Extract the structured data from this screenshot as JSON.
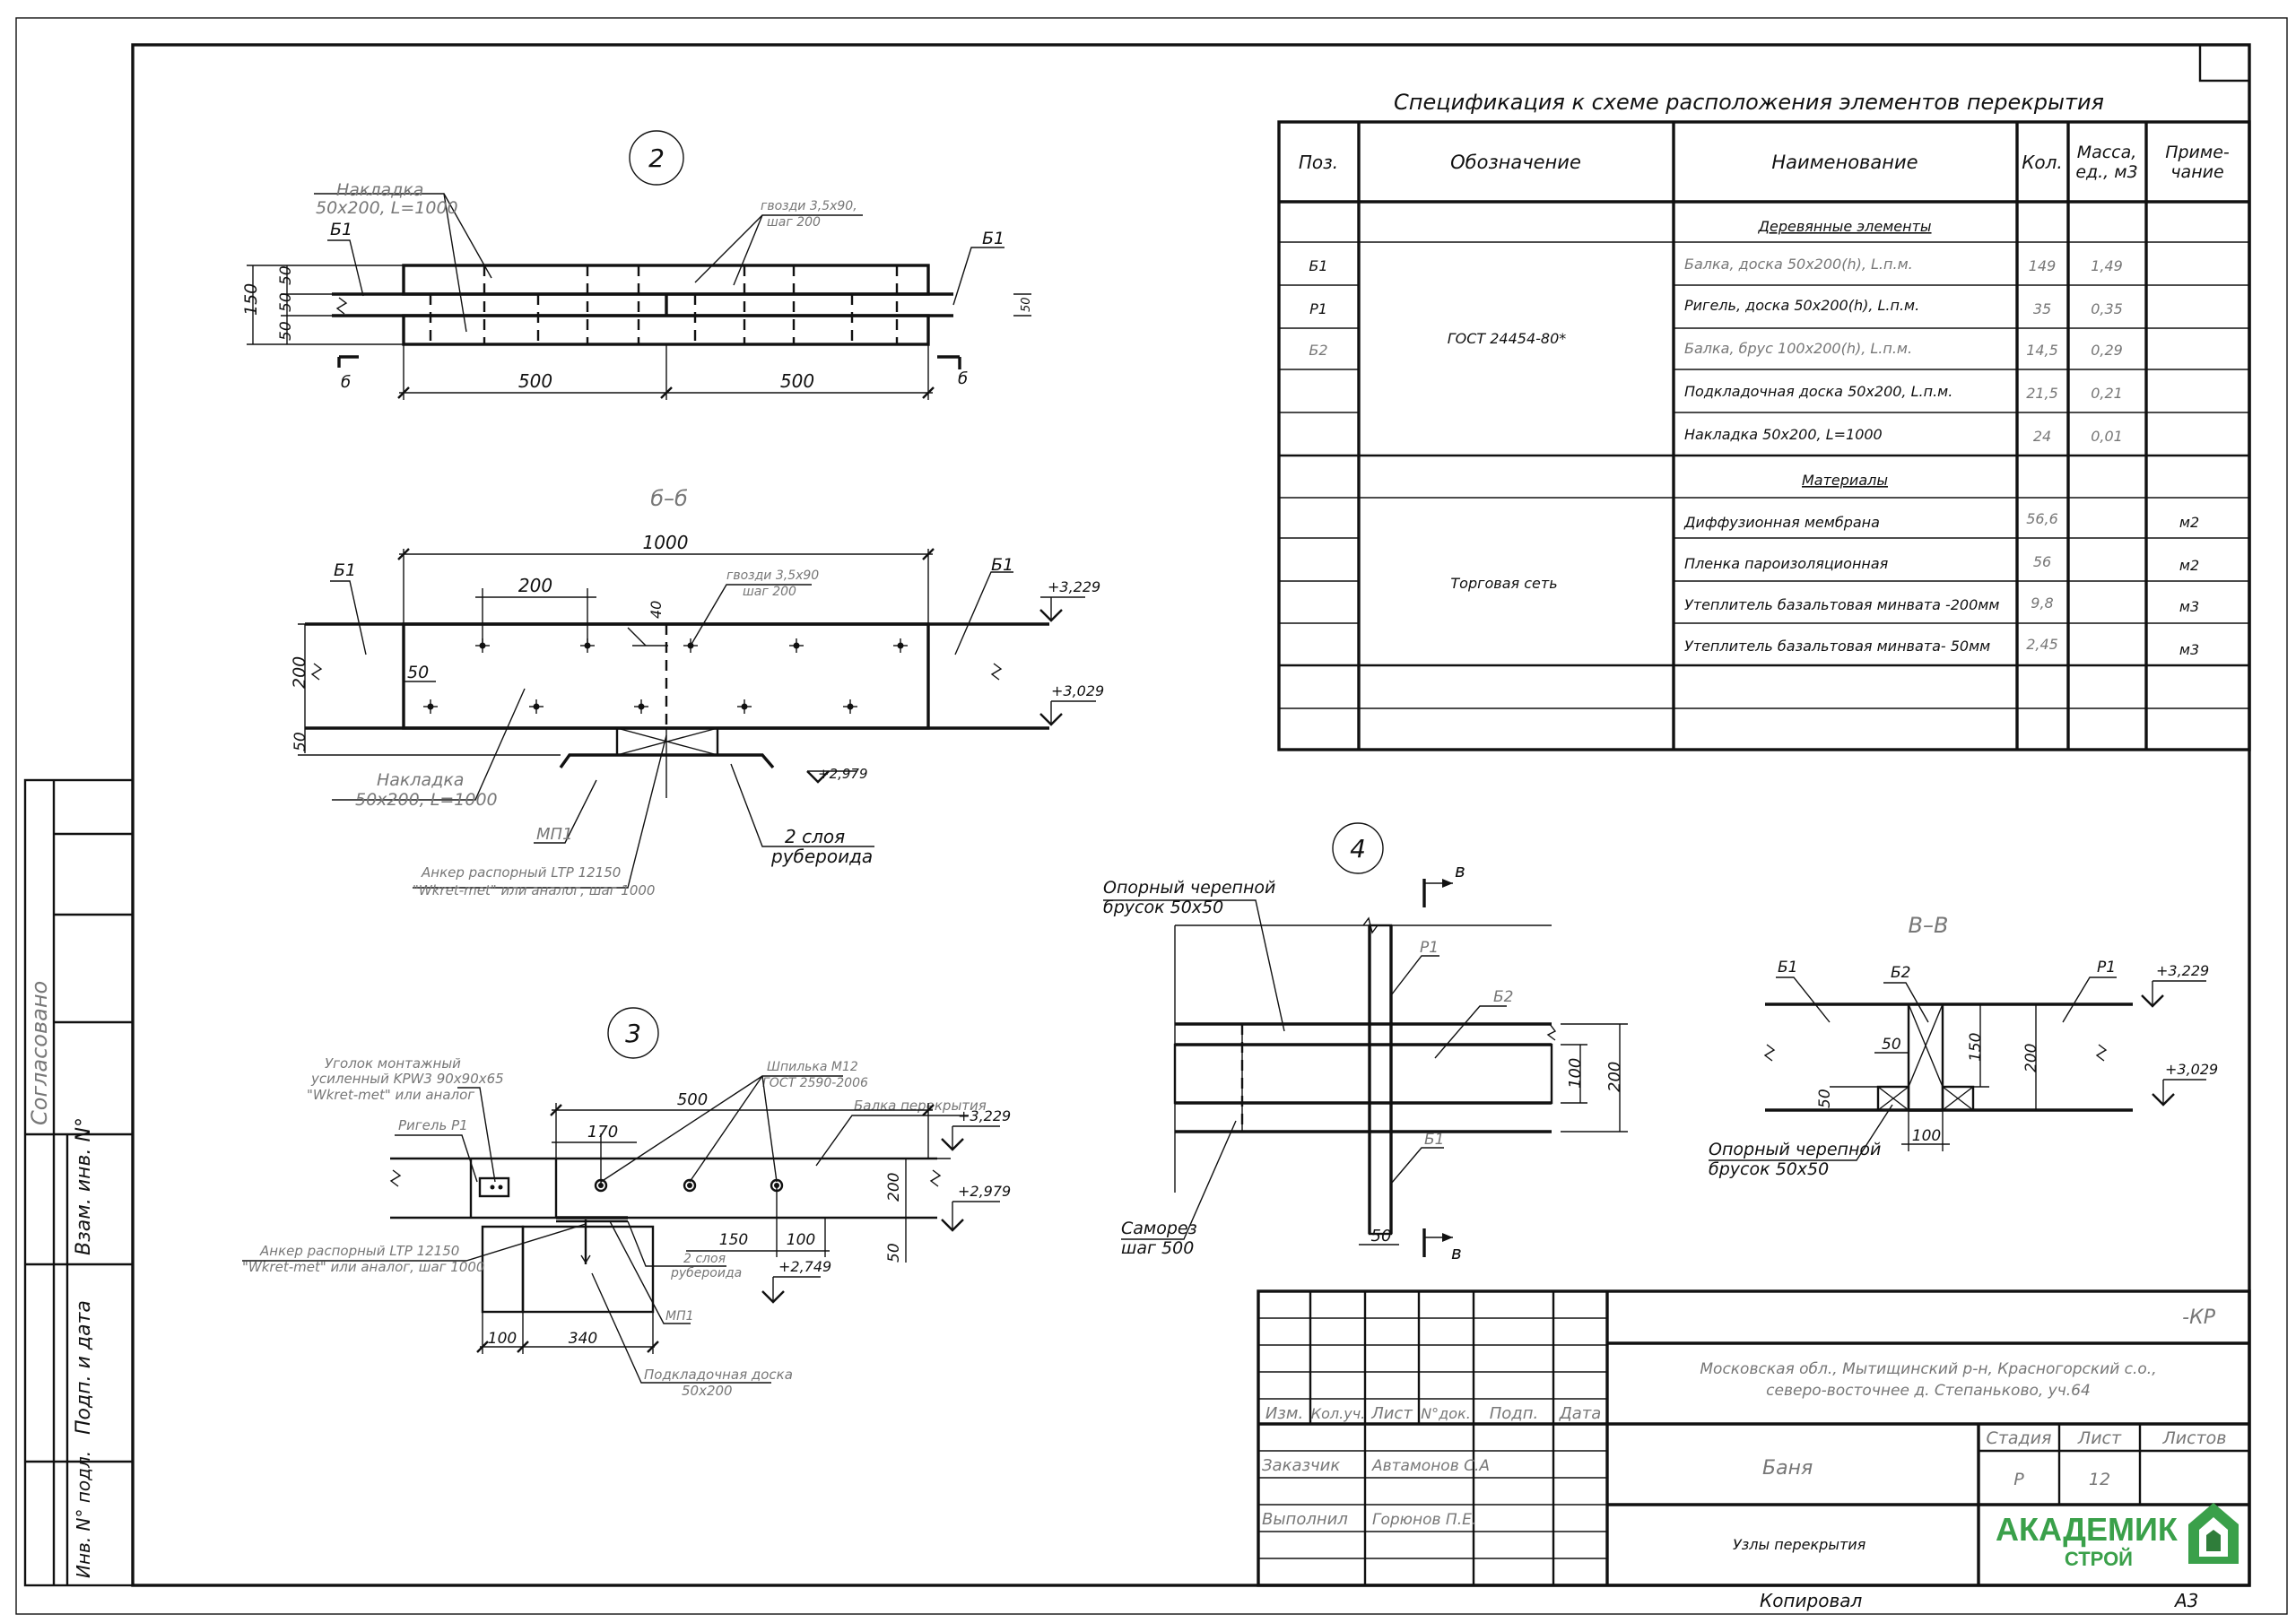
{
  "spec": {
    "title": "Спецификация к схеме расположения элементов  перекрытия",
    "headers": {
      "pos": "Поз.",
      "designation": "Обозначение",
      "name": "Наименование",
      "qty": "Кол.",
      "mass_1": "Масса,",
      "mass_2": "ед., м3",
      "note_1": "Приме-",
      "note_2": "чание"
    },
    "section_wood": "Деревянные элементы",
    "section_materials": "Материалы",
    "gost": "ГОСТ 24454-80*",
    "trade": "Торговая сеть",
    "rows": [
      {
        "pos": "Б1",
        "name": "Балка, доска 50х200(h),  L.п.м.",
        "qty": "149",
        "mass": "1,49",
        "note": ""
      },
      {
        "pos": "Р1",
        "name": "Ригель, доска 50х200(h), L.п.м.",
        "qty": "35",
        "mass": "0,35",
        "note": ""
      },
      {
        "pos": "Б2",
        "name": "Балка, брус 100х200(h),  L.п.м.",
        "qty": "14,5",
        "mass": "0,29",
        "note": ""
      },
      {
        "pos": "",
        "name": "Подкладочная доска 50х200, L.п.м.",
        "qty": "21,5",
        "mass": "0,21",
        "note": ""
      },
      {
        "pos": "",
        "name": "Накладка 50х200, L=1000",
        "qty": "24",
        "mass": "0,01",
        "note": ""
      },
      {
        "pos": "",
        "name": "Диффузионная мембрана",
        "qty": "56,6",
        "mass": "",
        "note": "м2"
      },
      {
        "pos": "",
        "name": "Пленка пароизоляционная",
        "qty": "56",
        "mass": "",
        "note": "м2"
      },
      {
        "pos": "",
        "name": "Утеплитель базальтовая минвата -200мм",
        "qty": "9,8",
        "mass": "",
        "note": "м3"
      },
      {
        "pos": "",
        "name": "Утеплитель базальтовая минвата- 50мм",
        "qty": "2,45",
        "mass": "",
        "note": "м3"
      }
    ]
  },
  "node2": {
    "marker": "2",
    "label_nakl_1": "Накладка",
    "label_nakl_2": "50х200, L=1000",
    "label_b1": "Б1",
    "label_b1_right": "Б1",
    "label_nails_1": "гвозди 3,5х90,",
    "label_nails_2": "шаг 200",
    "dim_150": "150",
    "dim_50a": "50",
    "dim_50b": "50",
    "dim_50c": "50",
    "dim_50r": "50",
    "dim_500a": "500",
    "dim_500b": "500",
    "cut_left": "б",
    "cut_right": "б"
  },
  "sectionBB": {
    "title": "б–б",
    "dim_1000": "1000",
    "dim_200": "200",
    "dim_200v": "200",
    "dim_50a": "50",
    "dim_50b": "50",
    "dim_40": "40",
    "label_b1": "Б1",
    "label_b1_right": "Б1",
    "label_nails_1": "гвозди 3,5х90",
    "label_nails_2": "шаг 200",
    "lvl_1": "+3,229",
    "lvl_2": "+3,029",
    "lvl_3": "+2,979",
    "label_nakl_1": "Накладка",
    "label_nakl_2": "50х200, L=1000",
    "label_mp1": "МП1",
    "label_anchor_1": "Анкер распорный  LTP 12150",
    "label_anchor_2": "\"Wkret-met\" или аналог, шаг 1000",
    "label_ruberoid_1": "2 слоя",
    "label_ruberoid_2": "рубероида"
  },
  "node3": {
    "marker": "3",
    "label_corner_1": "Уголок  монтажный",
    "label_corner_2": "усиленный KPW3 90х90х65",
    "label_corner_3": "\"Wkret-met\" или аналог",
    "label_rigel": "Ригель Р1",
    "label_stud_1": "Шпилька М12",
    "label_stud_2": "ГОСТ 2590-2006",
    "label_beam": "Балка перекрытия",
    "dim_500": "500",
    "dim_170": "170",
    "dim_150": "150",
    "dim_100": "100",
    "dim_200": "200",
    "dim_50": "50",
    "dim_100b": "100",
    "dim_340": "340",
    "lvl_1": "+3,229",
    "lvl_2": "+2,979",
    "lvl_3": "+2,749",
    "label_anchor_1": "Анкер распорный  LTP 12150",
    "label_anchor_2": "\"Wkret-met\" или аналог, шаг 1000",
    "label_ruberoid_1": "2 слоя",
    "label_ruberoid_2": "рубероида",
    "label_mp1": "МП1",
    "label_board_1": "Подкладочная доска",
    "label_board_2": "50х200"
  },
  "node4": {
    "marker": "4",
    "label_bar_1": "Опорный черепной",
    "label_bar_2": "брусок 50х50",
    "label_r1": "Р1",
    "label_b2": "Б2",
    "label_b1": "Б1",
    "dim_100": "100",
    "dim_200": "200",
    "dim_50": "50",
    "label_screw_1": "Саморез",
    "label_screw_2": "шаг 500",
    "cut_top": "в",
    "cut_bottom": "в"
  },
  "sectionVV": {
    "title": "В–В",
    "label_b1": "Б1",
    "label_b2": "Б2",
    "label_r1": "Р1",
    "dim_50a": "50",
    "dim_50b": "50",
    "dim_150": "150",
    "dim_200": "200",
    "dim_100": "100",
    "lvl_1": "+3,229",
    "lvl_2": "+3,029",
    "label_bar_1": "Опорный черепной",
    "label_bar_2": "брусок 50х50"
  },
  "side": {
    "soglasovano": "Согласовано",
    "vzam": "Взам. инв. N°",
    "podp": "Подп. и дата",
    "inv": "Инв. N° подл."
  },
  "stamp": {
    "code": "-КР",
    "address_1": "Московская обл., Мытищинский р-н, Красногорский с.о.,",
    "address_2": "северо-восточнее д. Степаньково, уч.64",
    "h_izm": "Изм.",
    "h_kol": "Кол.уч.",
    "h_list": "Лист",
    "h_ndok": "N°док.",
    "h_podp": "Подп.",
    "h_data": "Дата",
    "customer_label": "Заказчик",
    "customer": "Автамонов С.А",
    "executor_label": "Выполнил",
    "executor": "Горюнов П.Е.",
    "object": "Баня",
    "stage_label": "Стадия",
    "sheet_label": "Лист",
    "sheets_label": "Листов",
    "stage": "Р",
    "sheet": "12",
    "sheet_title": "Узлы перекрытия",
    "copied": "Копировал",
    "format": "А3",
    "logo_1": "АКАДЕМИК",
    "logo_2": "СТРОЙ"
  }
}
